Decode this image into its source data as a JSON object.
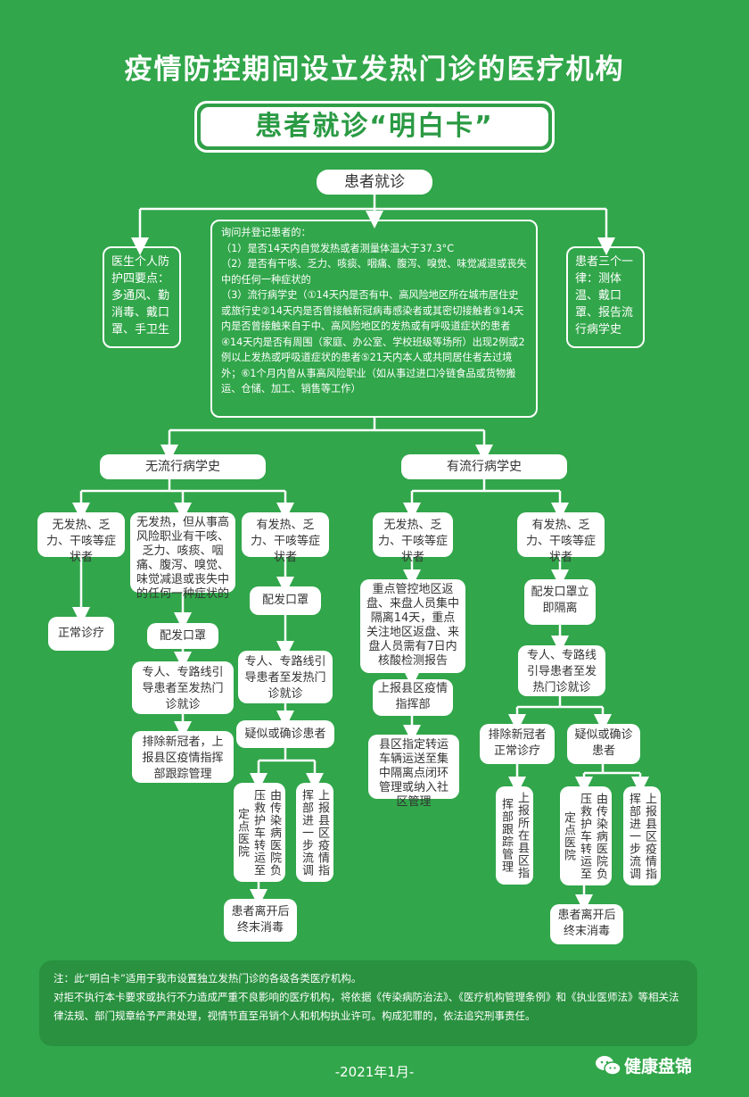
{
  "title": "疫情防控期间设立发热门诊的医疗机构",
  "subtitle": "患者就诊“明白卡”",
  "root": "患者就诊",
  "left_box": "医生个人防护四要点：多通风、勤消毒、戴口罩、手卫生",
  "right_box": "患者三个一律：测体温、戴口罩、报告流行病学史",
  "center_box": "询问并登记患者的：\n（1）是否14天内自觉发热或者测量体温大于37.3°C\n（2）是否有干咳、乏力、咳痰、咽痛、腹泻、嗅觉、味觉减退或丧失中的任何一种症状的\n（3）流行病学史（①14天内是否有中、高风险地区所在城市居住史或旅行史②14天内是否曾接触新冠病毒感染者或其密切接触者③14天内是否曾接触来自于中、高风险地区的发热或有呼吸道症状的患者④14天内是否有周围（家庭、办公室、学校班级等场所）出现2例或2例以上发热或呼吸道症状的患者⑤21天内本人或共同居住者去过境外；⑥1个月内曾从事高风险职业（如从事过进口冷链食品或货物搬运、仓储、加工、销售等工作）",
  "branch_left": "无流行病学史",
  "branch_right": "有流行病学史",
  "left": {
    "a1": "无发热、乏力、干咳等症状者",
    "a2": "正常诊疗",
    "b1": "无发热，但从事高风险职业有干咳、乏力、咳痰、咽痛、腹泻、嗅觉、味觉减退或丧失中的任何一种症状的",
    "b2": "配发口罩",
    "b3": "专人、专路线引导患者至发热门诊就诊",
    "b4": "排除新冠者，上报县区疫情指挥部跟踪管理",
    "c1": "有发热、乏力、干咳等症状者",
    "c2": "配发口罩",
    "c3": "专人、专路线引导患者至发热门诊就诊",
    "c4": "疑似或确诊患者",
    "c5": "由传染病医院负压救护车转运至定点医院",
    "c6": "上报县区疫情指挥部进一步流调",
    "c7": "患者离开后终末消毒"
  },
  "right": {
    "d1": "无发热、乏力、干咳等症状者",
    "d2": "重点管控地区返盘、来盘人员集中隔离14天，重点关注地区返盘、来盘人员需有7日内核酸检测报告",
    "d3": "上报县区疫情指挥部",
    "d4": "县区指定转运车辆运送至集中隔离点闭环管理或纳入社区管理",
    "e1": "有发热、乏力、干咳等症状者",
    "e2": "配发口罩立即隔离",
    "e3": "专人、专路线引导患者至发热门诊就诊",
    "e4": "排除新冠者正常诊疗",
    "e5": "上报所在县区指挥部跟踪管理",
    "e6": "疑似或确诊患者",
    "e7": "由传染病医院负压救护车转运至定点医院",
    "e8": "上报县区疫情指挥部进一步流调",
    "e9": "患者离开后终末消毒"
  },
  "note": {
    "line1": "注：此“明白卡”适用于我市设置独立发热门诊的各级各类医疗机构。",
    "line2": "对拒不执行本卡要求或执行不力造成严重不良影响的医疗机构，将依据《传染病防治法》、《医疗机构管理条例》和《执业医师法》等相关法律法规、部门规章给予严肃处理，视情节直至吊销个人和机构执业许可。构成犯罪的，依法追究刑事责任。"
  },
  "date": "-2021年1月-",
  "brand": "健康盘锦",
  "colors": {
    "background": "#31a64a",
    "text_dark": "#333333",
    "card_text": "#2a9a43"
  }
}
